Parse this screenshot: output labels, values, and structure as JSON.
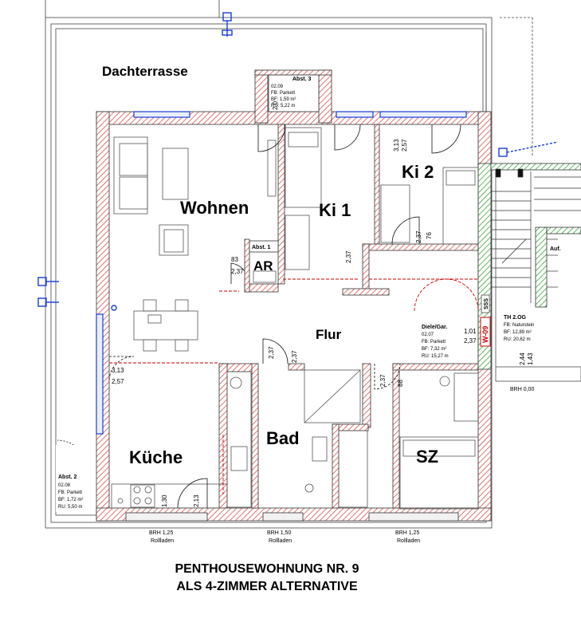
{
  "rooms": {
    "dachterrasse": "Dachterrasse",
    "wohnen": "Wohnen",
    "ki1": "Ki 1",
    "ki2": "Ki 2",
    "ar": "AR",
    "flur": "Flur",
    "kueche": "Küche",
    "bad": "Bad",
    "sz": "SZ"
  },
  "abst3": {
    "title": "Abst. 3",
    "num": "02.09",
    "fb": "FB:  Parkett",
    "bf": "BF:  1,59 m²",
    "ru": "RU:  5,22 m"
  },
  "abst1": {
    "title": "Abst. 1"
  },
  "abst2": {
    "title": "Abst. 2",
    "num": "02.08",
    "fb": "FB:  Parkett",
    "bf": "BF:  1,72 m²",
    "ru": "RU:  5,50 m"
  },
  "diele": {
    "title": "Diele/Gar.",
    "num": "02.07",
    "fb": "FB:  Parkett",
    "bf": "BF:  7,32 m²",
    "ru": "RU:  15,27 m"
  },
  "th2og": {
    "title": "TH 2.OG",
    "fb": "FB:  Naturstein",
    "bf": "BF:  12,89 m²",
    "ru": "RU:  20,62 m",
    "auf": "Auf."
  },
  "dims": {
    "d1": "3,13",
    "d1b": "2,57",
    "d2": "2,37",
    "d3": "2,37",
    "d4": "76",
    "d5": "2,37",
    "d6": "83",
    "d7": "2,37",
    "d8": "2,37",
    "d9": "1,01",
    "d10": "2,37",
    "d11": "88",
    "d12": "2,37",
    "d13": "3,13",
    "d14": "2,57",
    "d15": "1,30",
    "d16": "2,13",
    "d17": "2,44",
    "d18": "1,43",
    "d19": "2,0"
  },
  "windows": {
    "left": {
      "brh": "BRH 1,25",
      "note": "Rollladen"
    },
    "mid": {
      "brh": "BRH 1,50",
      "note": "Rollladen"
    },
    "right": {
      "brh": "BRH 1,25",
      "note": "Rollladen"
    },
    "stair": {
      "brh": "BRH 0,00"
    }
  },
  "markers": {
    "wd": "W-09",
    "sss": "SSS"
  },
  "caption": {
    "line1": "PENTHOUSEWOHNUNG NR. 9",
    "line2": "ALS 4-ZIMMER ALTERNATIVE"
  }
}
